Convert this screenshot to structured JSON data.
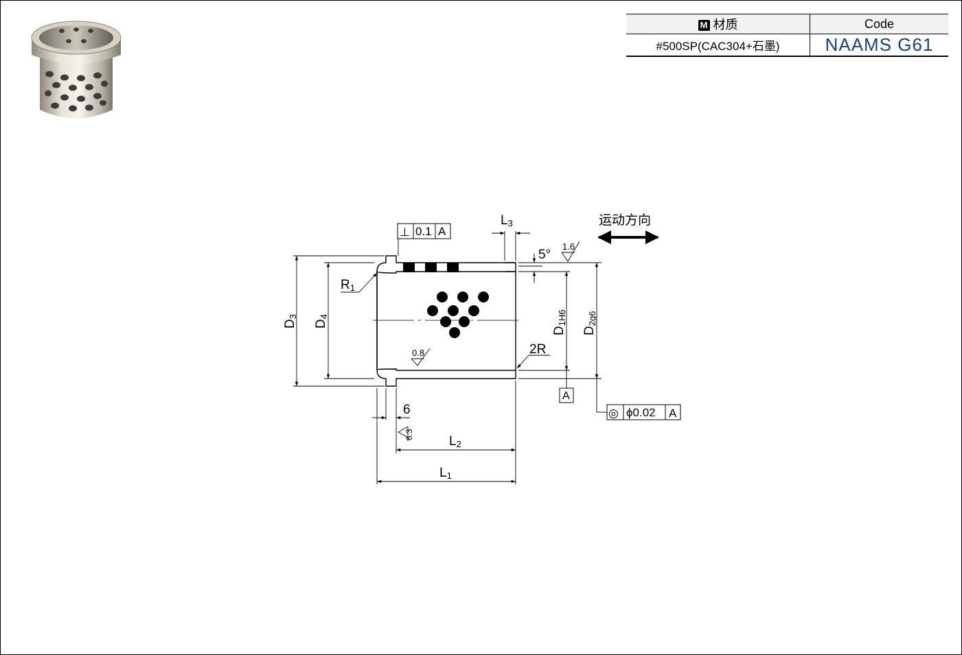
{
  "spec_table": {
    "material_marker": "M",
    "material_header": "材质",
    "code_header": "Code",
    "material_value": "#500SP(CAC304+石墨)",
    "code_value": "NAAMS  G61"
  },
  "drawing": {
    "motion_direction_label": "运动方向",
    "perpendicularity": {
      "symbol": "⊥",
      "tolerance": "0.1",
      "datum": "A"
    },
    "concentricity": {
      "symbol": "◎",
      "tolerance": "ϕ0.02",
      "datum": "A"
    },
    "datum_label": "A",
    "dims": {
      "L3": "L",
      "L3_sub": "3",
      "L2": "L",
      "L2_sub": "2",
      "L1": "L",
      "L1_sub": "1",
      "R1": "R",
      "R1_sub": "1",
      "D3": "D",
      "D3_sub": "3",
      "D4": "D",
      "D4_sub": "4",
      "D1": "D",
      "D1_sub": "1H6",
      "D2": "D",
      "D2_sub": "2g6",
      "angle": "5°",
      "corner_radius": "2R",
      "flange_width": "6"
    },
    "roughness": {
      "bore": "0.8",
      "outer": "1.6",
      "flange": "6.3"
    }
  }
}
